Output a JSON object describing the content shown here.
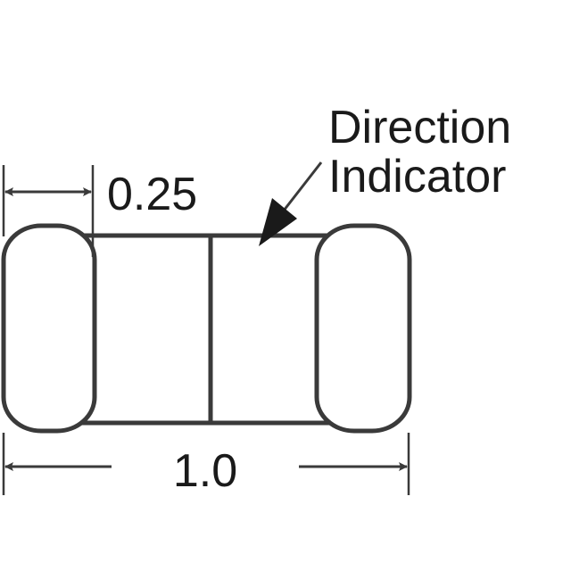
{
  "labels": {
    "width_dim": "0.25",
    "length_dim": "1.0",
    "indicator_line1": "Direction",
    "indicator_line2": "Indicator"
  },
  "colors": {
    "stroke": "#3a3a3a"
  }
}
